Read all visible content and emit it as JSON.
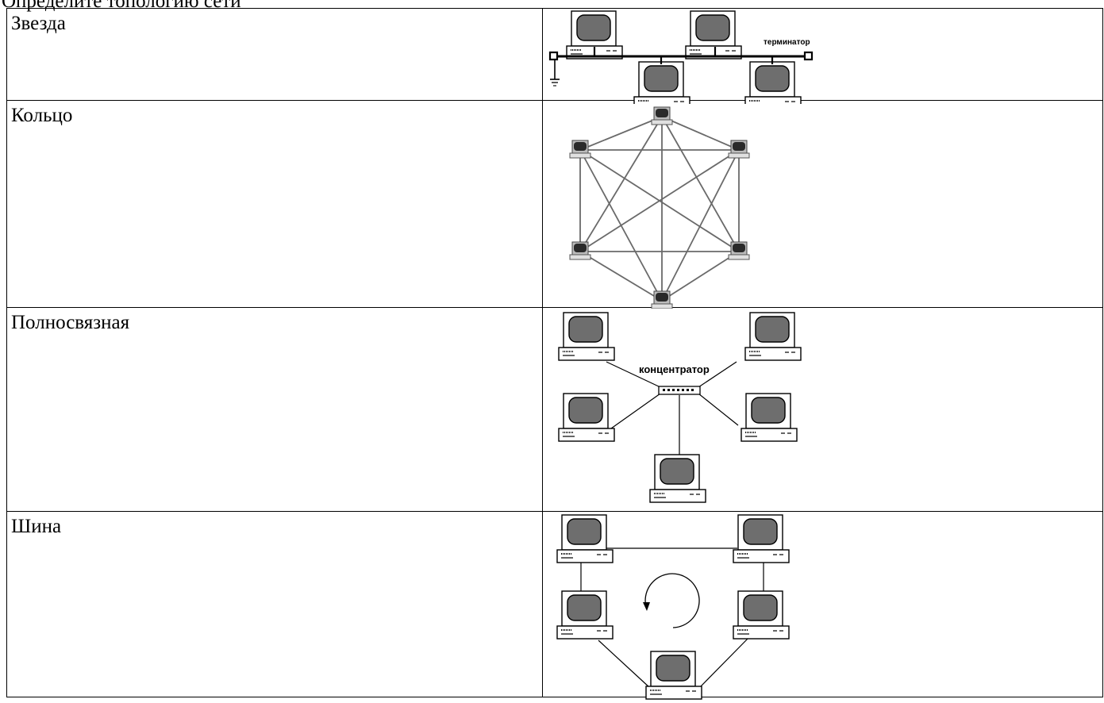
{
  "heading": "Определите топологию сети",
  "rows": [
    {
      "label": "Звезда",
      "diagram": "bus",
      "annotation": "терминатор"
    },
    {
      "label": "Кольцо",
      "diagram": "full-mesh"
    },
    {
      "label": "Полносвязная",
      "diagram": "star",
      "annotation": "концентратор"
    },
    {
      "label": "Шина",
      "diagram": "ring"
    }
  ]
}
